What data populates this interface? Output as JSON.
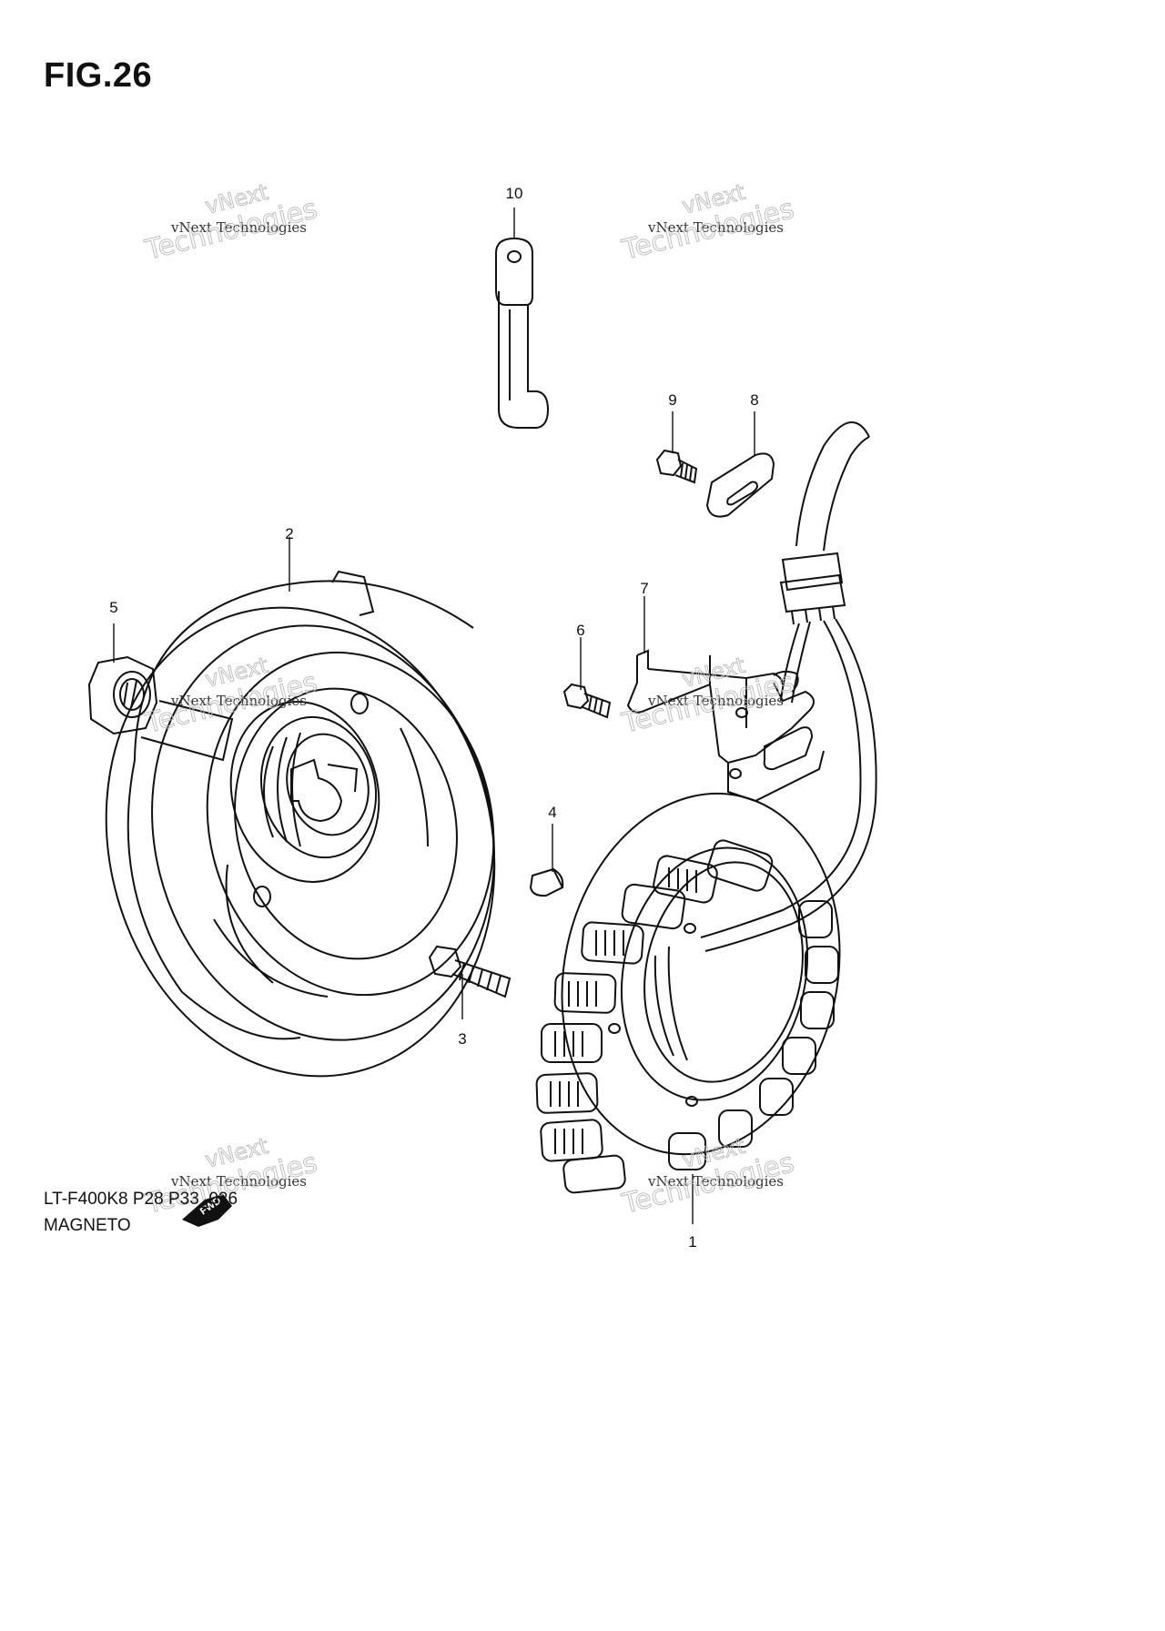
{
  "figure": {
    "title": "FIG.26"
  },
  "callouts": [
    {
      "id": "1",
      "part": "stator"
    },
    {
      "id": "2",
      "part": "rotor"
    },
    {
      "id": "3",
      "part": "bolt"
    },
    {
      "id": "4",
      "part": "key"
    },
    {
      "id": "5",
      "part": "nut"
    },
    {
      "id": "6",
      "part": "screw"
    },
    {
      "id": "7",
      "part": "pickup-coil"
    },
    {
      "id": "8",
      "part": "plate"
    },
    {
      "id": "9",
      "part": "screw"
    },
    {
      "id": "10",
      "part": "clamp"
    }
  ],
  "watermark": {
    "line1": "vNext",
    "line2": "Technologies",
    "small": "vNext Technologies"
  },
  "fwd_label": "FWD",
  "footer": {
    "code": "LT-F400K8 P28 P33_026",
    "name": "MAGNETO"
  }
}
